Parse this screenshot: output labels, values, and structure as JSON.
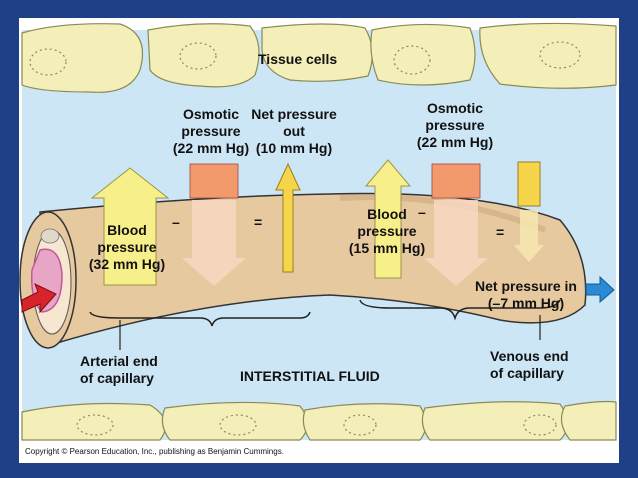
{
  "labels": {
    "tissue_cells": "Tissue cells",
    "osmotic_left": [
      "Osmotic",
      "pressure",
      "(22 mm Hg)"
    ],
    "net_out": [
      "Net pressure",
      "out",
      "(10 mm Hg)"
    ],
    "osmotic_right": [
      "Osmotic",
      "pressure",
      "(22 mm Hg)"
    ],
    "blood_left": [
      "Blood",
      "pressure",
      "(32 mm Hg)"
    ],
    "blood_right": [
      "Blood",
      "pressure",
      "(15 mm Hg)"
    ],
    "net_in": [
      "Net pressure in",
      "(–7 mm Hg)"
    ],
    "arterial": [
      "Arterial end",
      "of capillary"
    ],
    "venous": [
      "Venous end",
      "of capillary"
    ],
    "interstitial": "INTERSTITIAL FLUID",
    "minus": "–",
    "equals": "="
  },
  "copyright": "Copyright © Pearson Education, Inc., publishing as Benjamin Cummings.",
  "colors": {
    "background": "#1f3f86",
    "fluid": "#cde6f6",
    "cell": "#f4efb8",
    "capillary": "#e7c9a0",
    "yellow_arrow": "#f7f08a",
    "orange_block": "#f39a6c",
    "red_arrow": "#d8232a",
    "blue_arrow": "#2a8ad4"
  }
}
